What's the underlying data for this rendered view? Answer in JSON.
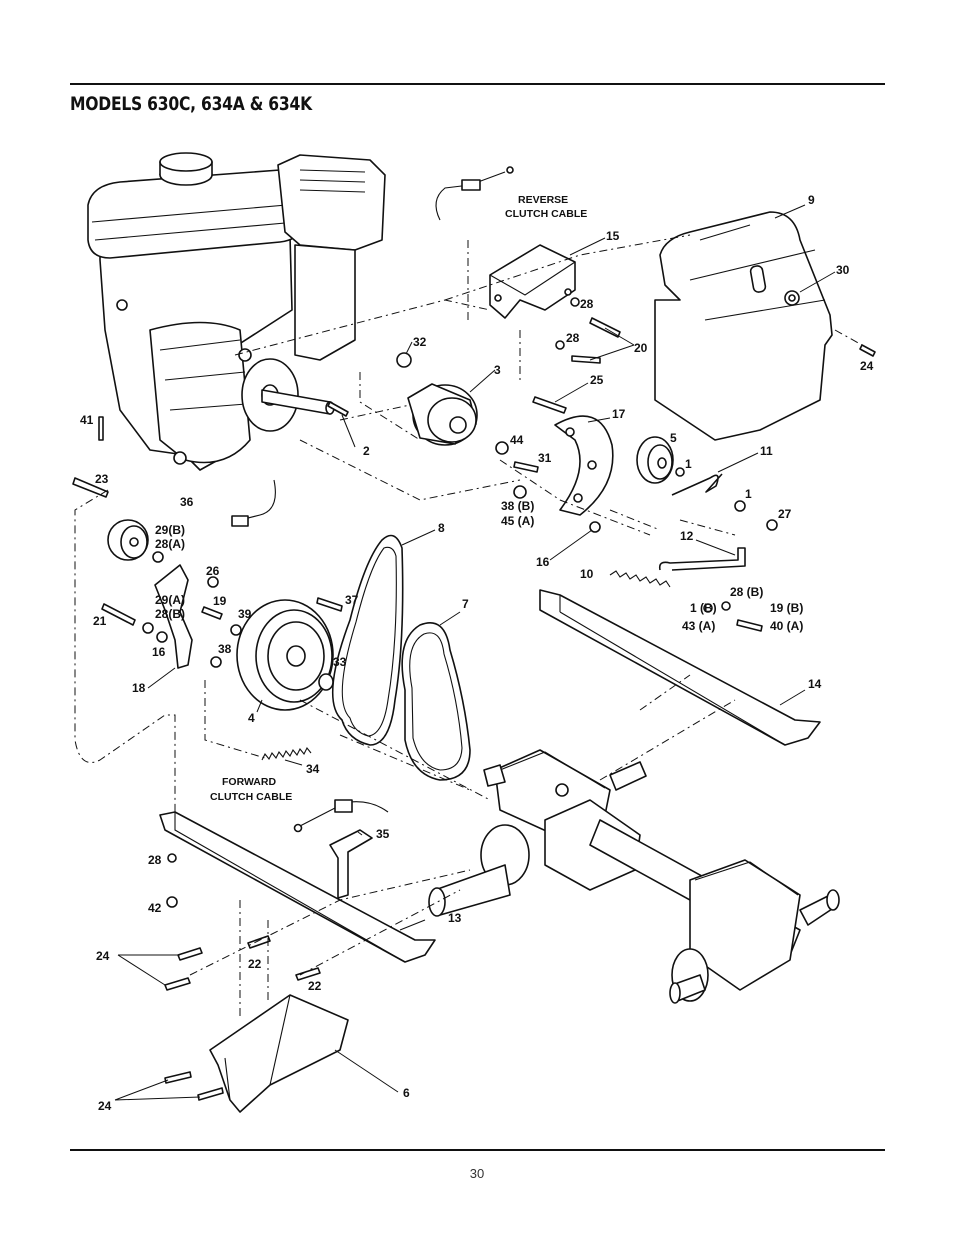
{
  "page": {
    "title": "MODELS 630C, 634A & 634K",
    "page_number": "30"
  },
  "callouts": {
    "c9": "9",
    "c30": "30",
    "c24a": "24",
    "c15": "15",
    "c28a": "28",
    "c28b": "28",
    "c20": "20",
    "c32": "32",
    "c3": "3",
    "c25": "25",
    "c17": "17",
    "c41": "41",
    "c2": "2",
    "c44": "44",
    "c31": "31",
    "c5": "5",
    "c1a": "1",
    "c11": "11",
    "c1b": "1",
    "c27": "27",
    "c23": "23",
    "c36": "36",
    "c29b1": "29(B)",
    "c28a1": "28(A)",
    "c38b": "38 (B)",
    "c45a": "45 (A)",
    "c8": "8",
    "c12": "12",
    "c16a": "16",
    "c26": "26",
    "c10": "10",
    "c29a2": "29(A)",
    "c28b2": "28(B)",
    "c19": "19",
    "c21": "21",
    "c39": "39",
    "c37": "37",
    "c7": "7",
    "c28bb": "28 (B)",
    "c1bb": "1 (B)",
    "c19b": "19 (B)",
    "c43a": "43 (A)",
    "c40a": "40 (A)",
    "c16b": "16",
    "c38": "38",
    "c33": "33",
    "c18": "18",
    "c14": "14",
    "c4": "4",
    "c34": "34",
    "c35": "35",
    "c28c": "28",
    "c42": "42",
    "c13": "13",
    "c24b": "24",
    "c22a": "22",
    "c22b": "22",
    "c6": "6",
    "c24c": "24"
  },
  "captions": {
    "reverse_line1": "REVERSE",
    "reverse_line2": "CLUTCH CABLE",
    "forward_line1": "FORWARD",
    "forward_line2": "CLUTCH CABLE"
  }
}
